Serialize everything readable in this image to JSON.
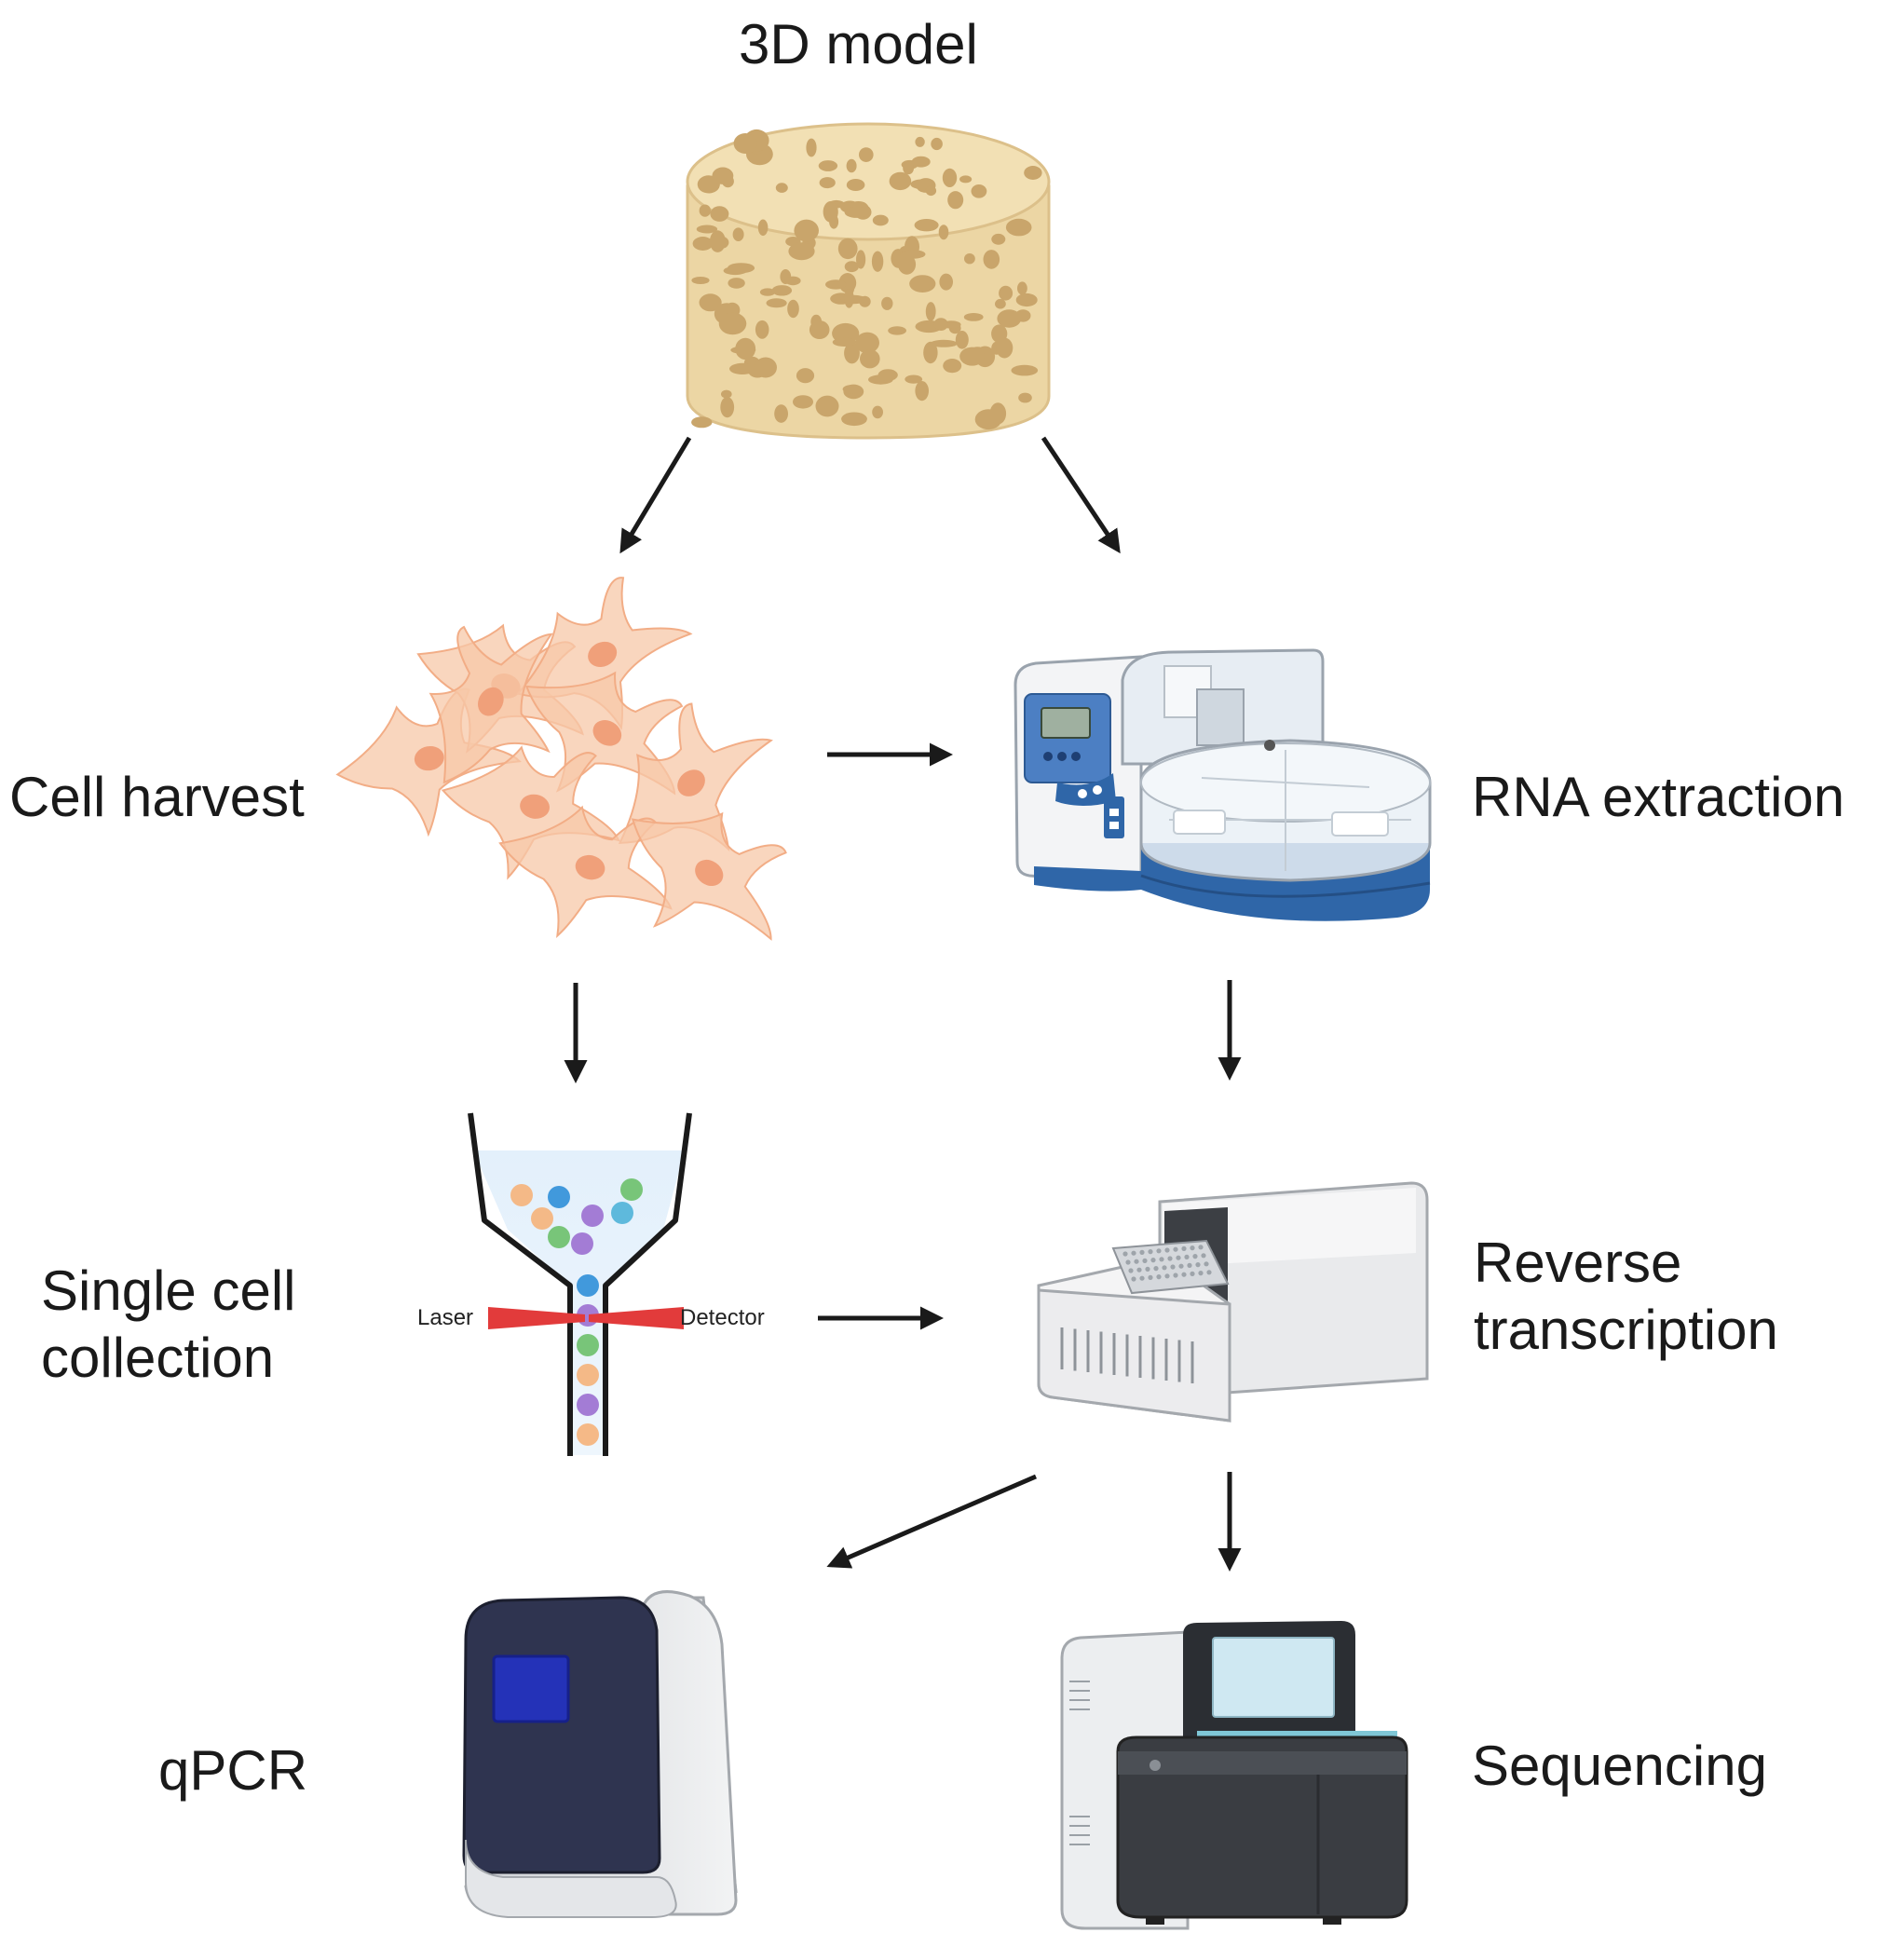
{
  "nodes": {
    "model": {
      "label": "3D model"
    },
    "cell_harvest": {
      "label": "Cell harvest"
    },
    "rna_extraction": {
      "label": "RNA extraction"
    },
    "single_cell": {
      "line1": "Single cell",
      "line2": "collection"
    },
    "reverse_transcription": {
      "line1": "Reverse",
      "line2": "transcription"
    },
    "qpcr": {
      "label": "qPCR"
    },
    "sequencing": {
      "label": "Sequencing"
    }
  },
  "sorter": {
    "laser_label": "Laser",
    "detector_label": "Detector"
  },
  "edges": [
    {
      "from": "3D model",
      "to": "Cell harvest"
    },
    {
      "from": "3D model",
      "to": "RNA extraction"
    },
    {
      "from": "Cell harvest",
      "to": "RNA extraction"
    },
    {
      "from": "Cell harvest",
      "to": "Single cell collection"
    },
    {
      "from": "RNA extraction",
      "to": "Reverse transcription"
    },
    {
      "from": "Single cell collection",
      "to": "Reverse transcription"
    },
    {
      "from": "Reverse transcription",
      "to": "qPCR"
    },
    {
      "from": "Reverse transcription",
      "to": "Sequencing"
    }
  ],
  "colors": {
    "scaffold": "#ecd6a4",
    "scaffold_pore": "#c9a56b",
    "cell": "#f7c8a8",
    "cell_nucleus": "#f0a07a",
    "instrument_blue": "#2f66a8",
    "arrow": "#1a1a1a"
  }
}
